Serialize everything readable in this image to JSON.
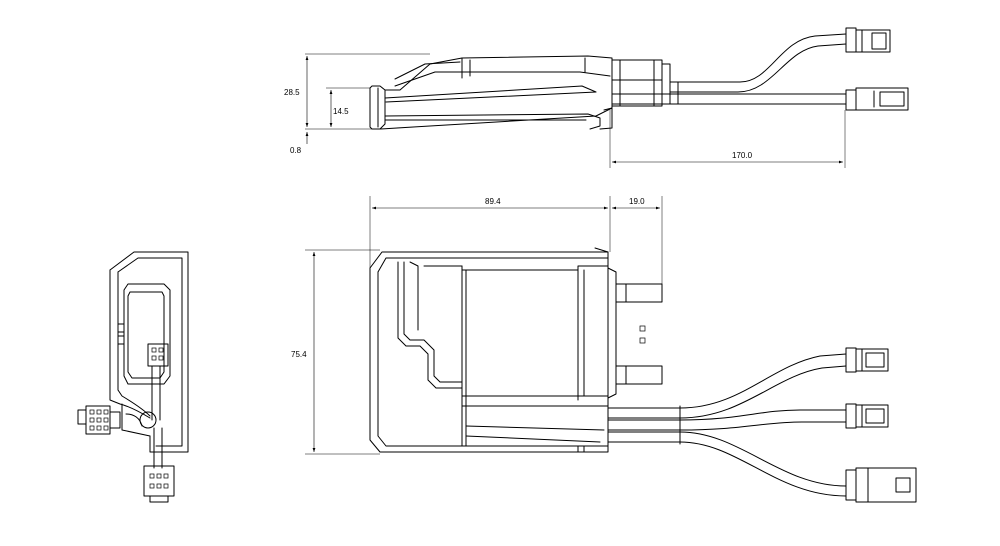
{
  "dimensions": {
    "side_height_total": "28.5",
    "side_height_inner": "14.5",
    "side_offset": "0.8",
    "cable_length": "170.0",
    "body_length": "89.4",
    "connector_length": "19.0",
    "body_width": "75.4"
  }
}
